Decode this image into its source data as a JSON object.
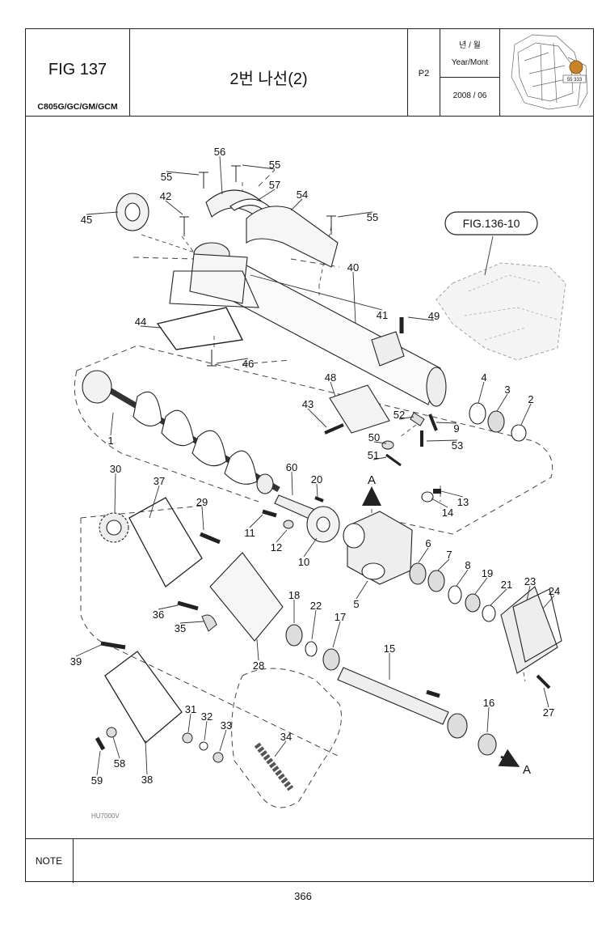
{
  "header": {
    "fig_label": "FIG 137",
    "models": "C805G/GC/GM/GCM",
    "title": "2번 나선(2)",
    "page_code": "P2",
    "year_month_kr": "년 / 월",
    "year_month_en": "Year/Mont",
    "date": "2008 / 06",
    "thumb_label": "55 333"
  },
  "diagram": {
    "ref_label": "FIG.136-10",
    "arrow_label": "A",
    "watermark": "HU7000V",
    "callouts": [
      "1",
      "2",
      "3",
      "4",
      "5",
      "6",
      "7",
      "8",
      "9",
      "10",
      "11",
      "12",
      "13",
      "14",
      "15",
      "16",
      "17",
      "18",
      "19",
      "20",
      "21",
      "22",
      "23",
      "24",
      "27",
      "28",
      "29",
      "30",
      "31",
      "32",
      "33",
      "34",
      "35",
      "36",
      "37",
      "38",
      "39",
      "40",
      "41",
      "42",
      "43",
      "44",
      "45",
      "46",
      "48",
      "49",
      "50",
      "51",
      "52",
      "53",
      "54",
      "55",
      "56",
      "57",
      "58",
      "59",
      "60"
    ]
  },
  "footer": {
    "note_label": "NOTE",
    "page_number": "366"
  }
}
